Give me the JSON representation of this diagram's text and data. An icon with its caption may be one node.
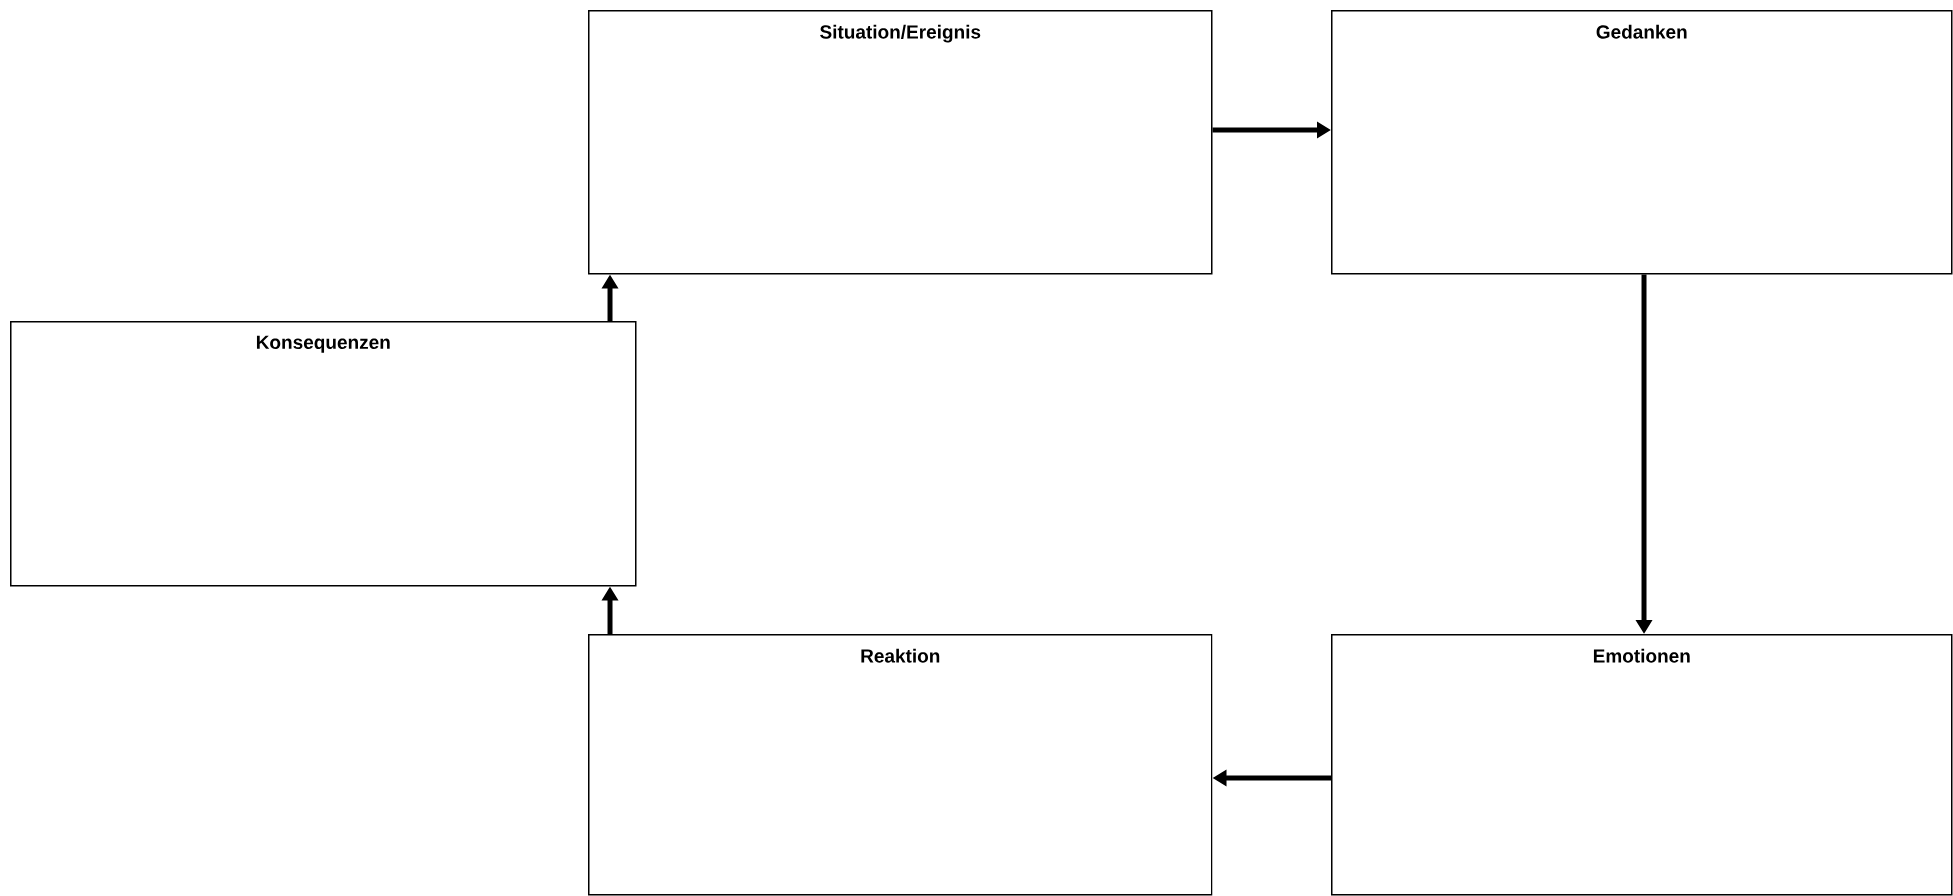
{
  "diagram": {
    "nodes": [
      {
        "text": [
          "Situation/Ereignis"
        ]
      },
      {
        "text": [
          "Gedanken"
        ]
      },
      {
        "text": [
          "Konsequenzen"
        ]
      },
      {
        "text": [
          "Reaktion"
        ]
      },
      {
        "text": [
          "Emotionen"
        ]
      }
    ],
    "edges": [
      {
        "from": 0,
        "to": 1,
        "arrow": "to"
      },
      {
        "from": 1,
        "to": 4,
        "arrow": "to"
      },
      {
        "from": 4,
        "to": 3,
        "arrow": "to"
      },
      {
        "from": 3,
        "to": 2,
        "arrow": "to"
      },
      {
        "from": 2,
        "to": 0,
        "arrow": "to"
      }
    ]
  }
}
